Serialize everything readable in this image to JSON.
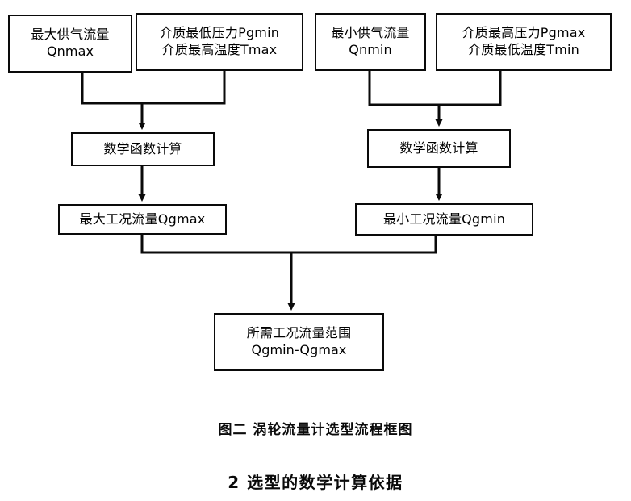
{
  "figure": {
    "caption": "图二  涡轮流量计选型流程框图",
    "section_heading": "2  选型的数学计算依据"
  },
  "diagram": {
    "type": "flowchart",
    "orientation": "top-down",
    "nodes": [
      {
        "id": "qnmax",
        "line1": "最大供气流量",
        "line2": "Qnmax"
      },
      {
        "id": "pgmin",
        "line1": "介质最低压力Pgmin",
        "line2": "介质最高温度Tmax"
      },
      {
        "id": "qnmin",
        "line1": "最小供气流量",
        "line2": "Qnmin"
      },
      {
        "id": "pgmax",
        "line1": "介质最高压力Pgmax",
        "line2": "介质最低温度Tmin"
      },
      {
        "id": "math_left",
        "line1": "数学函数计算"
      },
      {
        "id": "math_right",
        "line1": "数学函数计算"
      },
      {
        "id": "qgmax",
        "line1": "最大工况流量Qgmax"
      },
      {
        "id": "qgmin",
        "line1": "最小工况流量Qgmin"
      },
      {
        "id": "range",
        "line1": "所需工况流量范围",
        "line2": "Qgmin-Qgmax"
      }
    ],
    "edges": [
      {
        "from": "qnmax",
        "to": "math_left",
        "style": "elbow-merge-arrow"
      },
      {
        "from": "pgmin",
        "to": "math_left",
        "style": "elbow-merge-arrow"
      },
      {
        "from": "qnmin",
        "to": "math_right",
        "style": "elbow-merge-arrow"
      },
      {
        "from": "pgmax",
        "to": "math_right",
        "style": "elbow-merge-arrow"
      },
      {
        "from": "math_left",
        "to": "qgmax",
        "style": "straight-arrow"
      },
      {
        "from": "math_right",
        "to": "qgmin",
        "style": "straight-arrow"
      },
      {
        "from": "qgmax",
        "to": "range",
        "style": "elbow-merge-arrow"
      },
      {
        "from": "qgmin",
        "to": "range",
        "style": "elbow-merge-arrow"
      }
    ],
    "colors": {
      "stroke": "#0a0a0a",
      "node_fill": "#ffffff",
      "background": "#ffffff"
    }
  }
}
